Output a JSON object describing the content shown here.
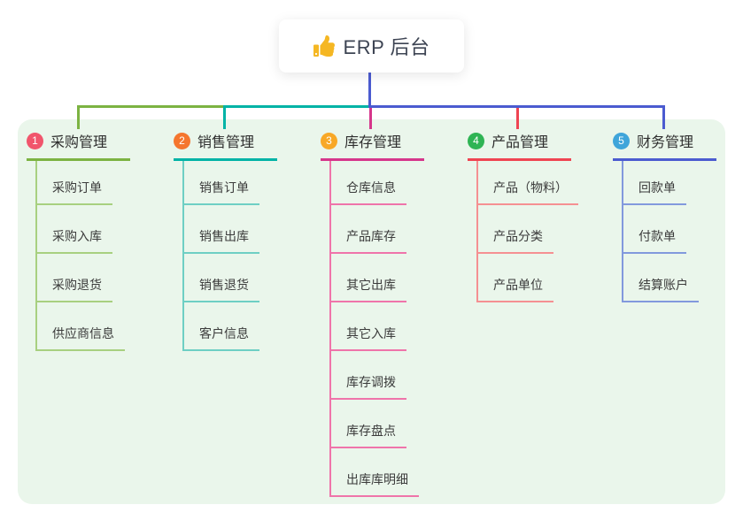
{
  "canvas": {
    "background": "#ffffff",
    "panel_background": "#eaf6eb"
  },
  "root": {
    "title": "ERP 后台",
    "icon": "thumbs-up-icon",
    "icon_color": "#f5b723",
    "connector_color": "#4b5bd0"
  },
  "branches": [
    {
      "badge": "1",
      "badge_color": "#f1556c",
      "label": "采购管理",
      "line_color": "#7cb342",
      "child_line_color": "#a8d080",
      "children": [
        "采购订单",
        "采购入库",
        "采购退货",
        "供应商信息"
      ]
    },
    {
      "badge": "2",
      "badge_color": "#f5762e",
      "label": "销售管理",
      "line_color": "#00b3a6",
      "child_line_color": "#6ecfc4",
      "children": [
        "销售订单",
        "销售出库",
        "销售退货",
        "客户信息"
      ]
    },
    {
      "badge": "3",
      "badge_color": "#f8a826",
      "label": "库存管理",
      "line_color": "#d6368b",
      "child_line_color": "#ef74aa",
      "children": [
        "仓库信息",
        "产品库存",
        "其它出库",
        "其它入库",
        "库存调拨",
        "库存盘点",
        "出库库明细"
      ]
    },
    {
      "badge": "4",
      "badge_color": "#2fb454",
      "label": "产品管理",
      "line_color": "#ef4452",
      "child_line_color": "#f59092",
      "children": [
        "产品（物料）",
        "产品分类",
        "产品单位"
      ]
    },
    {
      "badge": "5",
      "badge_color": "#3fa5da",
      "label": "财务管理",
      "line_color": "#4b5bd0",
      "child_line_color": "#8299dd",
      "children": [
        "回款单",
        "付款单",
        "结算账户"
      ]
    }
  ]
}
